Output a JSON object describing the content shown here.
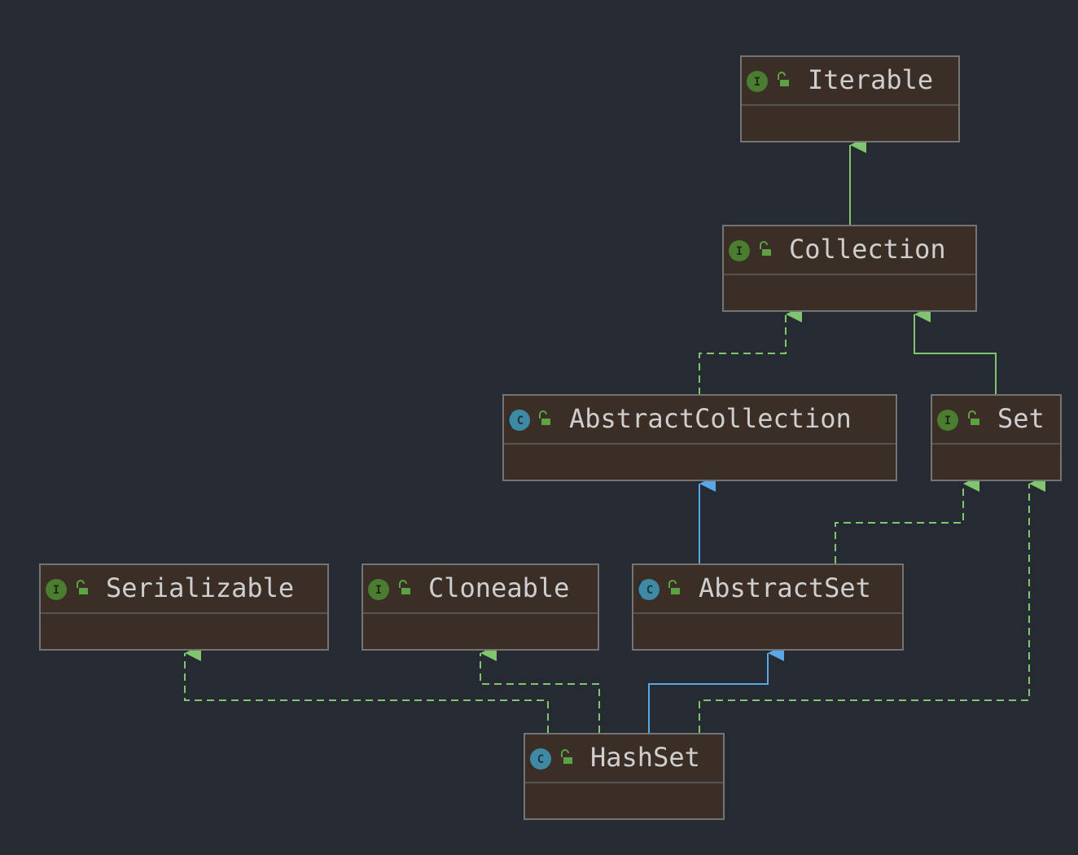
{
  "colors": {
    "background": "#262a33",
    "node_fill": "#3b2e26",
    "node_border": "#747474",
    "label_text": "#cfcfcf",
    "interface_badge": "#4a7d2f",
    "class_badge": "#3e8aa5",
    "lock_icon": "#5da243",
    "implements_edge": "#7fc66e",
    "interface_extends_edge": "#7fc66e",
    "class_extends_edge": "#5aa7e8"
  },
  "nodes": {
    "iterable": {
      "label": "Iterable",
      "kind": "interface",
      "badge_letter": "I",
      "icon": "interface-icon"
    },
    "collection": {
      "label": "Collection",
      "kind": "interface",
      "badge_letter": "I",
      "icon": "interface-icon"
    },
    "abstract_collection": {
      "label": "AbstractCollection",
      "kind": "abstract-class",
      "badge_letter": "C",
      "icon": "abstract-class-icon"
    },
    "set": {
      "label": "Set",
      "kind": "interface",
      "badge_letter": "I",
      "icon": "interface-icon"
    },
    "serializable": {
      "label": "Serializable",
      "kind": "interface",
      "badge_letter": "I",
      "icon": "interface-icon"
    },
    "cloneable": {
      "label": "Cloneable",
      "kind": "interface",
      "badge_letter": "I",
      "icon": "interface-icon"
    },
    "abstract_set": {
      "label": "AbstractSet",
      "kind": "abstract-class",
      "badge_letter": "C",
      "icon": "abstract-class-icon"
    },
    "hash_set": {
      "label": "HashSet",
      "kind": "class",
      "badge_letter": "C",
      "icon": "class-icon"
    }
  },
  "edges": [
    {
      "from": "collection",
      "to": "iterable",
      "type": "interface-extends",
      "style": "solid"
    },
    {
      "from": "abstract_collection",
      "to": "collection",
      "type": "implements",
      "style": "dashed"
    },
    {
      "from": "set",
      "to": "collection",
      "type": "interface-extends",
      "style": "solid"
    },
    {
      "from": "abstract_set",
      "to": "abstract_collection",
      "type": "extends",
      "style": "solid"
    },
    {
      "from": "abstract_set",
      "to": "set",
      "type": "implements",
      "style": "dashed"
    },
    {
      "from": "hash_set",
      "to": "serializable",
      "type": "implements",
      "style": "dashed"
    },
    {
      "from": "hash_set",
      "to": "cloneable",
      "type": "implements",
      "style": "dashed"
    },
    {
      "from": "hash_set",
      "to": "abstract_set",
      "type": "extends",
      "style": "solid"
    },
    {
      "from": "hash_set",
      "to": "set",
      "type": "implements",
      "style": "dashed"
    }
  ]
}
